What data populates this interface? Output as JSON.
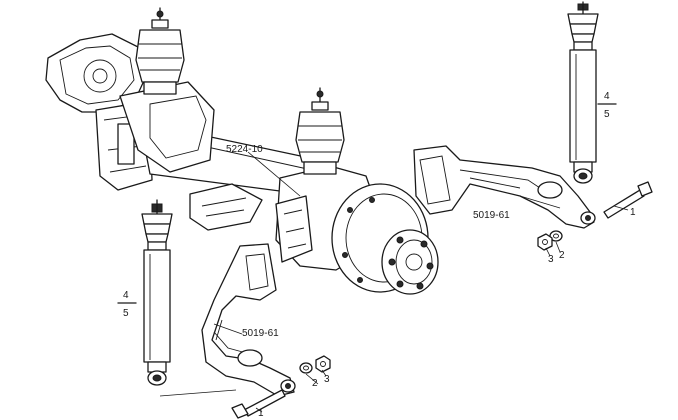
{
  "labels": {
    "axle": "5224-10",
    "arm_right": "5019-61",
    "arm_left": "5019-61",
    "shock_right_top": "4",
    "shock_right_bottom": "5",
    "shock_left_top": "4",
    "shock_left_bottom": "5",
    "bolt_right": "1",
    "washer_right": "2",
    "nut_right": "3",
    "bolt_left": "1",
    "washer_left": "2",
    "nut_left": "3"
  }
}
